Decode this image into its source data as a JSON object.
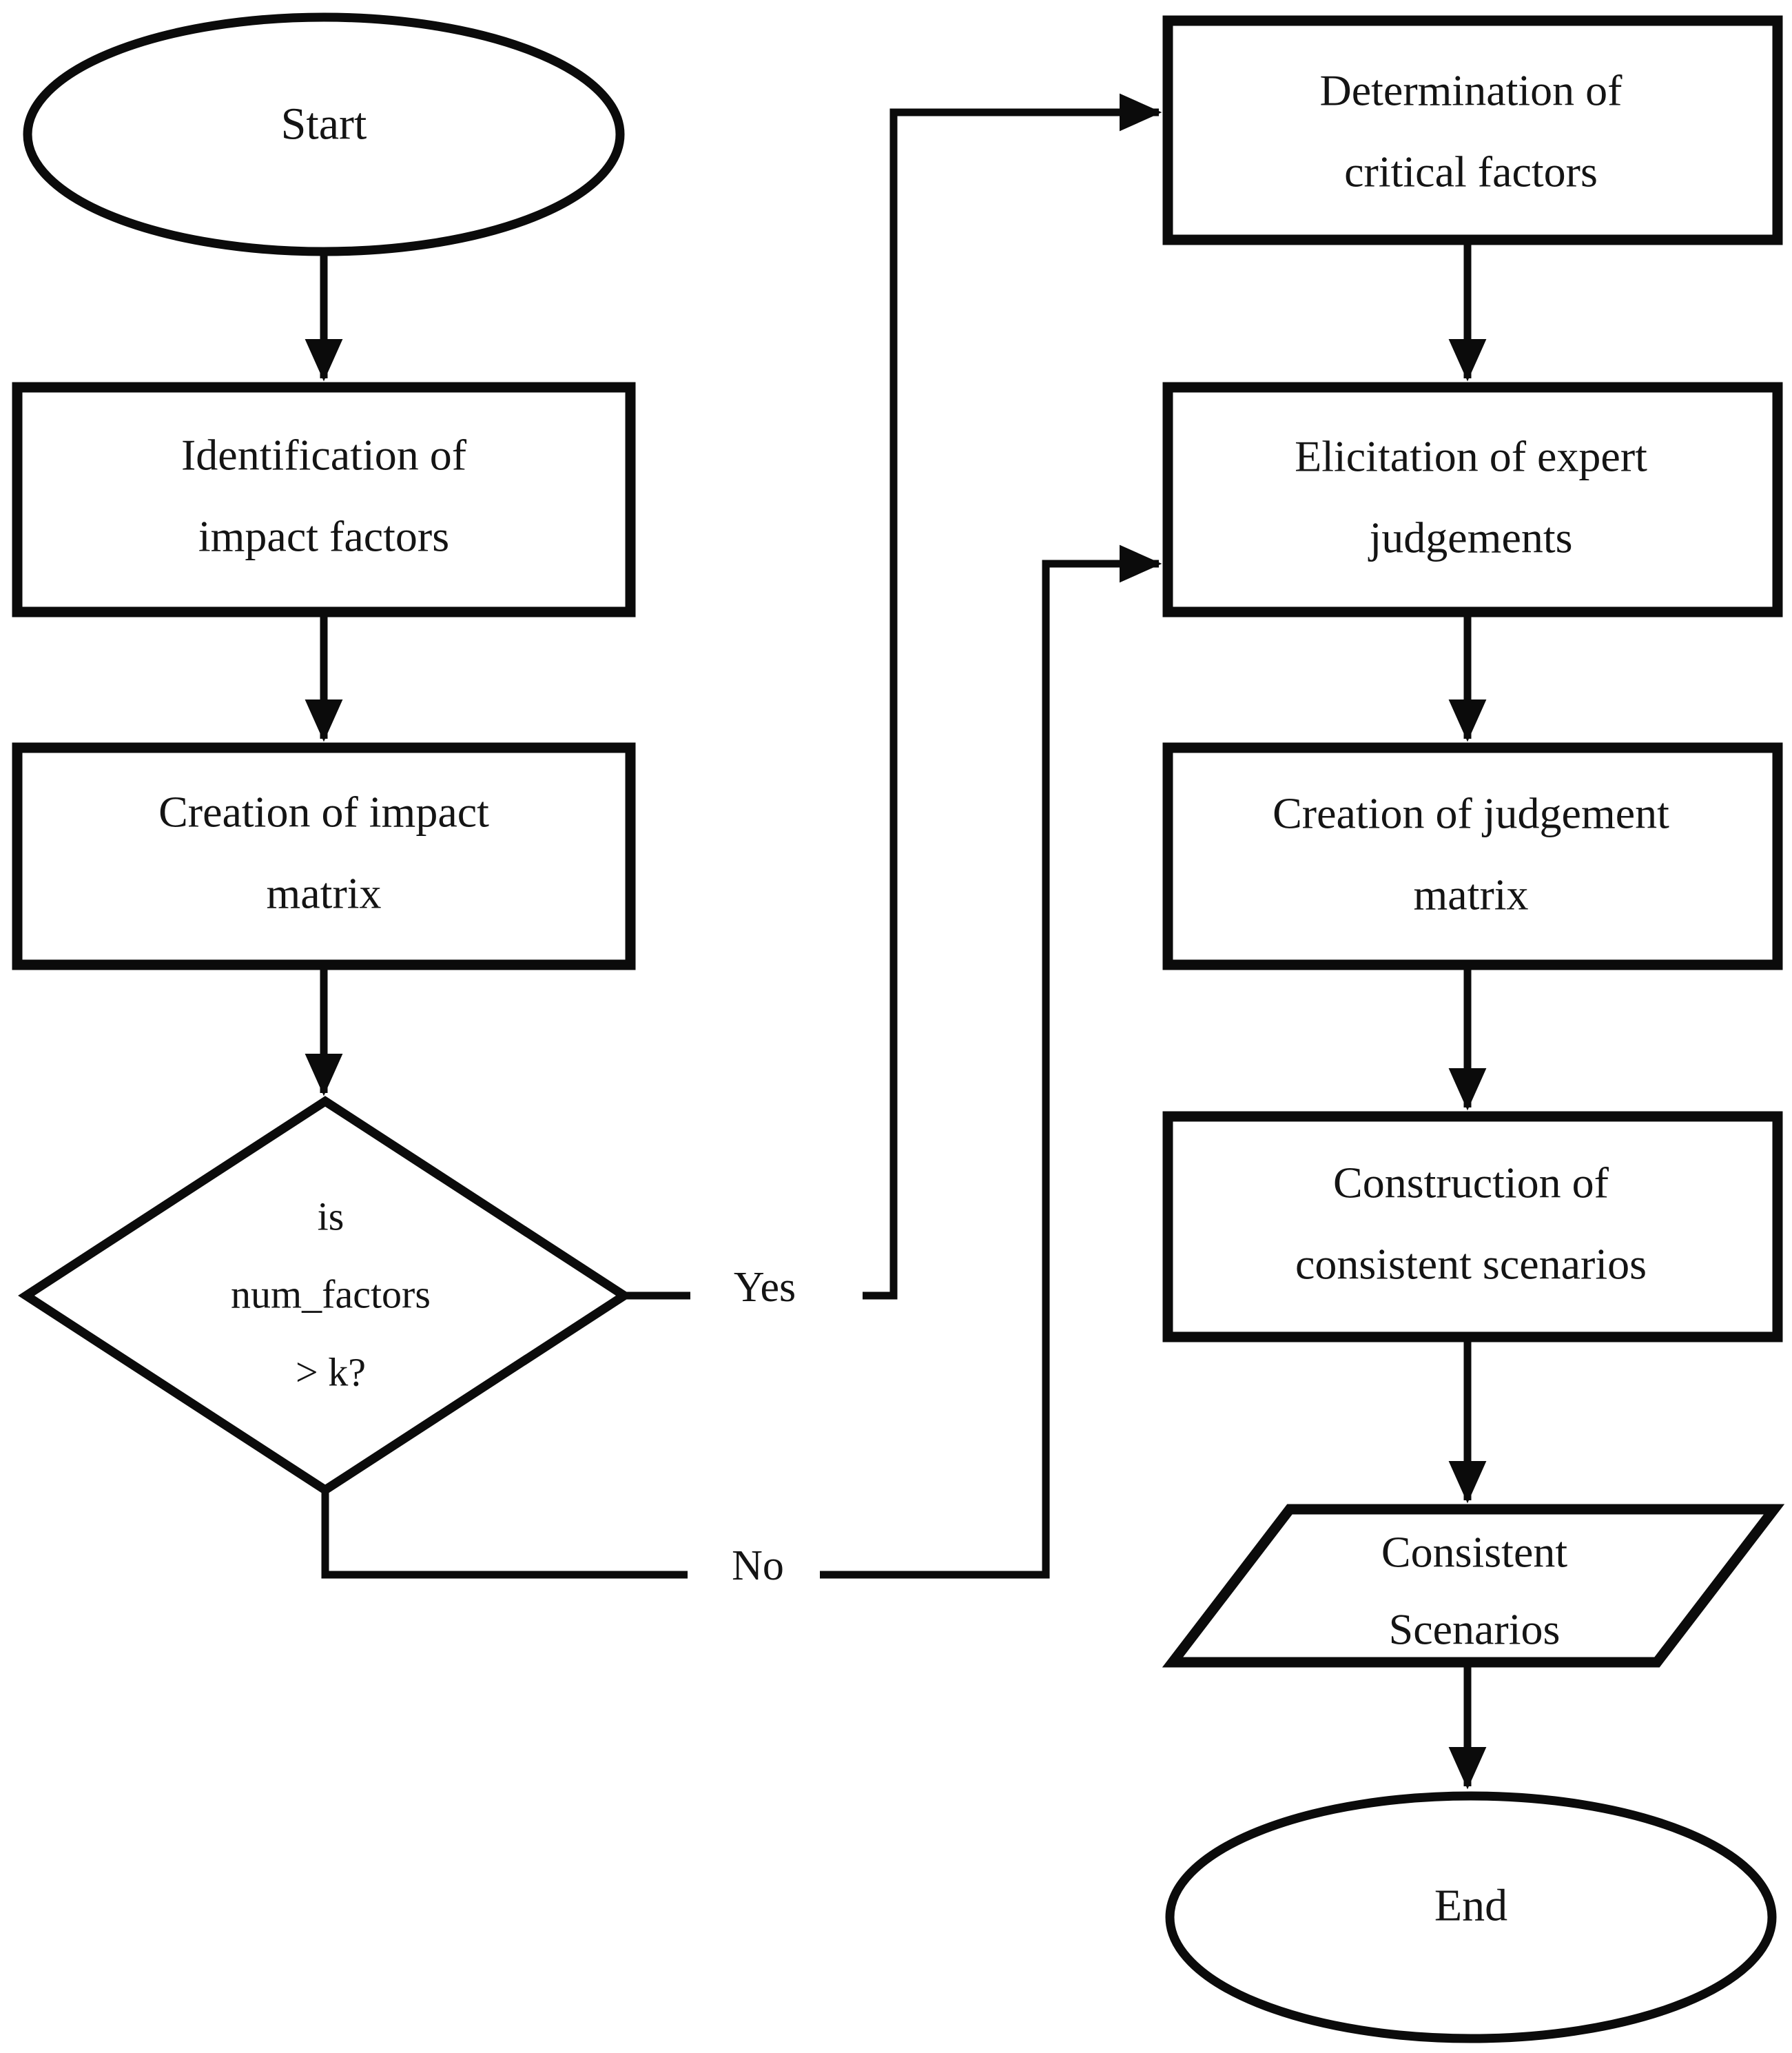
{
  "diagram": {
    "title": "scenario-construction-flowchart",
    "colors": {
      "background": "#ffffff",
      "line": "#0b0b0b",
      "text": "#141414"
    },
    "nodes": {
      "start": {
        "shape": "ellipse",
        "lines": [
          "Start"
        ]
      },
      "identification": {
        "shape": "process-rect",
        "lines": [
          "Identification of",
          "impact factors"
        ]
      },
      "creation_impact": {
        "shape": "process-rect",
        "lines": [
          "Creation of impact",
          "matrix"
        ]
      },
      "decision": {
        "shape": "decision-diamond",
        "lines": [
          "is",
          "num_factors",
          "> k?"
        ]
      },
      "determination": {
        "shape": "process-rect",
        "lines": [
          "Determination of",
          "critical factors"
        ]
      },
      "elicitation": {
        "shape": "process-rect",
        "lines": [
          "Elicitation of expert",
          "judgements"
        ]
      },
      "creation_judgement": {
        "shape": "process-rect",
        "lines": [
          "Creation of judgement",
          "matrix"
        ]
      },
      "construction": {
        "shape": "process-rect",
        "lines": [
          "Construction of",
          "consistent scenarios"
        ]
      },
      "consistent_scenarios": {
        "shape": "io-parallelogram",
        "lines": [
          "Consistent",
          "Scenarios"
        ]
      },
      "end": {
        "shape": "ellipse",
        "lines": [
          "End"
        ]
      }
    },
    "edges": {
      "yes_label": "Yes",
      "no_label": "No"
    }
  }
}
